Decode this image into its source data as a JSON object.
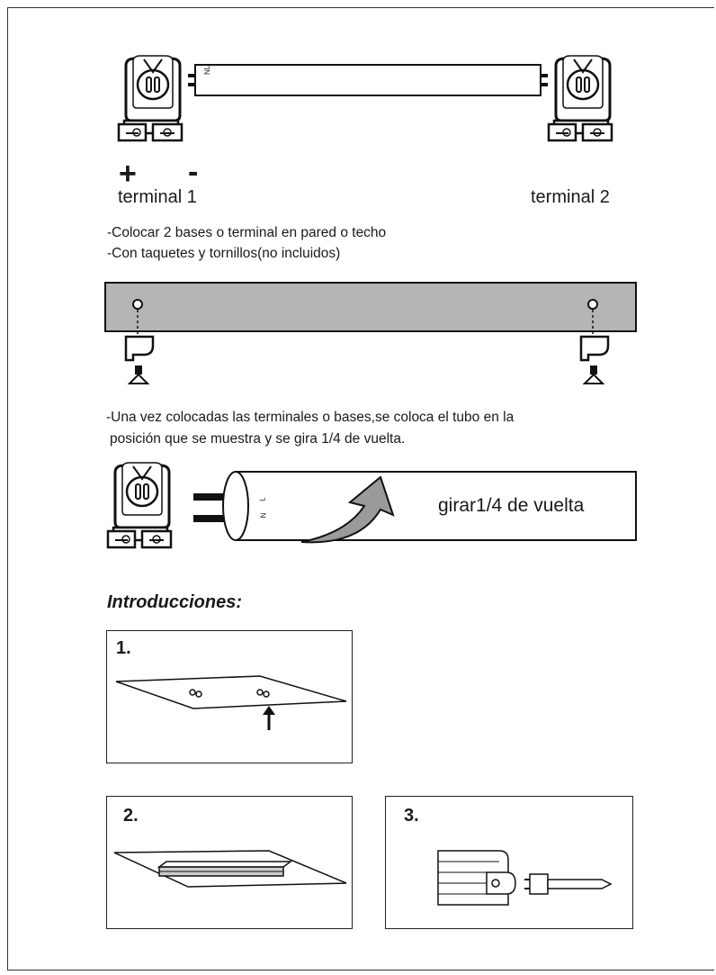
{
  "top": {
    "tube_marks": "NL",
    "plus_sign": "+",
    "minus_sign": "-",
    "terminal_1": "terminal 1",
    "terminal_2": "terminal 2"
  },
  "instructions": {
    "line1": "-Colocar 2 bases o terminal en pared o techo",
    "line2": "-Con taquetes y tornillos(no incluidos)",
    "line3": "-Una vez colocadas las terminales o bases,se coloca el tubo en la",
    "line4": "posición que se muestra y se gira 1/4 de vuelta."
  },
  "rotate": {
    "tube_mark_l": "L",
    "tube_mark_n": "N",
    "label": "girar1/4 de vuelta"
  },
  "intro": {
    "heading": "Introducciones:",
    "steps": [
      {
        "number": "1."
      },
      {
        "number": "2."
      },
      {
        "number": "3."
      }
    ]
  },
  "colors": {
    "ceiling_bar": "#b5b5b5",
    "ink": "#1a1a1a"
  }
}
